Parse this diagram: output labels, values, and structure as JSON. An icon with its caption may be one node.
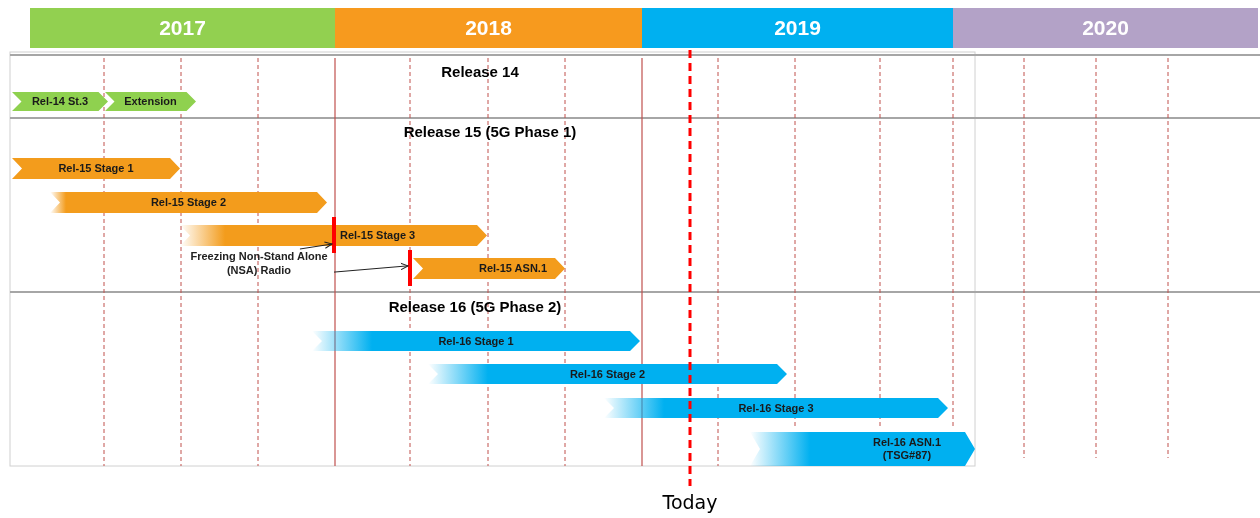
{
  "diagram": {
    "nodes": [
      {
        "text": [
          "2017"
        ]
      },
      {
        "text": [
          "2018"
        ]
      },
      {
        "text": [
          "2019"
        ]
      },
      {
        "text": [
          "2020"
        ]
      },
      {
        "text": [
          "Rel-14 St.3"
        ]
      },
      {
        "text": [
          "Extension"
        ]
      },
      {
        "text": [
          "Rel-15 Stage 1"
        ]
      },
      {
        "text": [
          "Rel-15 Stage 2"
        ]
      },
      {
        "text": [
          "Rel-15 Stage 3"
        ]
      },
      {
        "text": [
          "Rel-15 ASN.1"
        ]
      },
      {
        "text": [
          "Freezing Non-Stand Alone (NSA) Radio"
        ]
      },
      {
        "text": [],
        "shape": "bar"
      },
      {
        "text": [],
        "shape": "bar"
      },
      {
        "text": [
          "Rel-16 Stage 1"
        ]
      },
      {
        "text": [
          "Rel-16 Stage 2"
        ]
      },
      {
        "text": [
          "Rel-16 Stage 3"
        ]
      },
      {
        "text": [
          "Rel-16 ASN.1 (TSG#87)"
        ]
      }
    ],
    "edges": [
      {
        "from": 10,
        "to": 11,
        "arrow": "to"
      },
      {
        "from": 10,
        "to": 12,
        "arrow": "to"
      }
    ],
    "labels": [
      "Release 14",
      "Release 15 (5G Phase 1)",
      "Release 16 (5G Phase 2)",
      "Today"
    ]
  }
}
